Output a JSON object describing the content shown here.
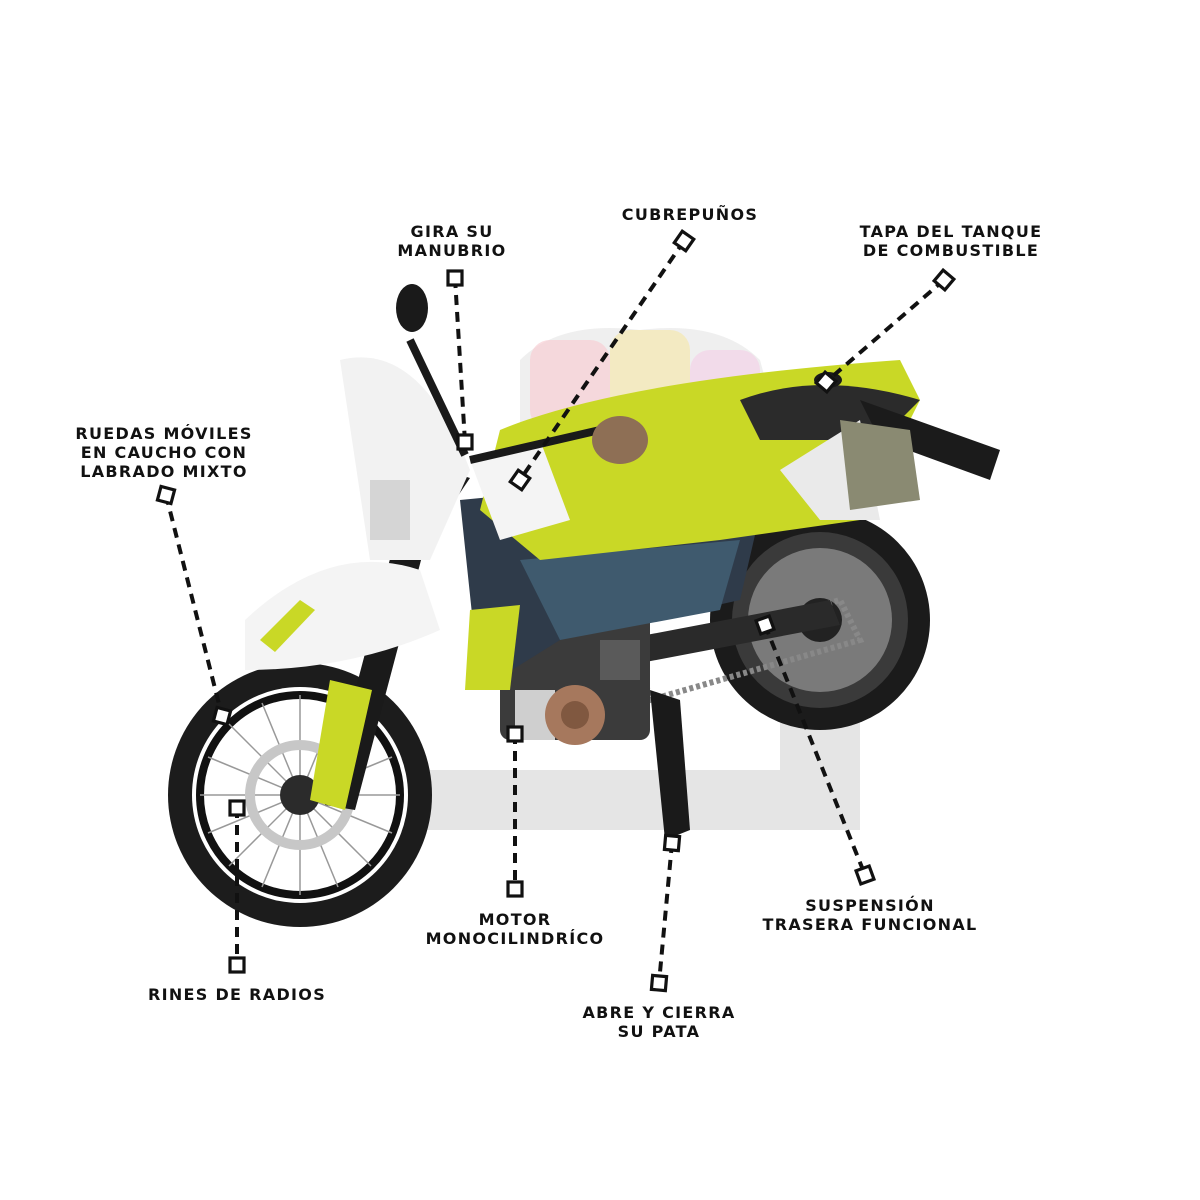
{
  "colors": {
    "accent": "#c9d826",
    "line": "#111111",
    "watermark": "#e3e3e3"
  },
  "callouts": [
    {
      "id": "handlebar",
      "lines": [
        "GIRA SU",
        "MANUBRIO"
      ]
    },
    {
      "id": "handguards",
      "lines": [
        "CUBREPUÑOS"
      ]
    },
    {
      "id": "fuel-cap",
      "lines": [
        "TAPA DEL TANQUE",
        "DE COMBUSTIBLE"
      ]
    },
    {
      "id": "wheels",
      "lines": [
        "RUEDAS MÓVILES",
        "EN CAUCHO CON",
        "LABRADO MIXTO"
      ]
    },
    {
      "id": "engine",
      "lines": [
        "MOTOR",
        "MONOCILINDRÍCO"
      ]
    },
    {
      "id": "rear-suspension",
      "lines": [
        "SUSPENSIÓN",
        "TRASERA FUNCIONAL"
      ]
    },
    {
      "id": "rims",
      "lines": [
        "RINES DE RADIOS"
      ]
    },
    {
      "id": "kickstand",
      "lines": [
        "ABRE Y CIERRA",
        "SU PATA"
      ]
    }
  ]
}
